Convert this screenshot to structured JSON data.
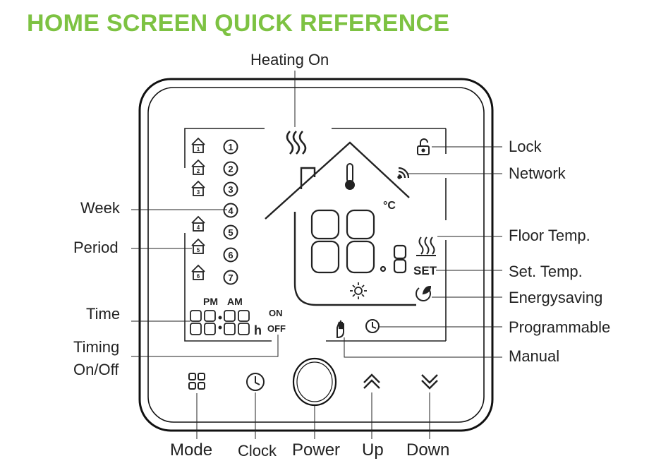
{
  "title": "HOME SCREEN QUICK REFERENCE",
  "labels": {
    "heating_on": "Heating On",
    "lock": "Lock",
    "network": "Network",
    "week": "Week",
    "period": "Period",
    "floor_temp": "Floor Temp.",
    "set_temp": "Set. Temp.",
    "energysaving": "Energysaving",
    "time": "Time",
    "programmable": "Programmable",
    "timing_line1": "Timing",
    "timing_line2": "On/Off",
    "manual": "Manual"
  },
  "buttons": {
    "mode": "Mode",
    "clock": "Clock",
    "power": "Power",
    "up": "Up",
    "down": "Down"
  },
  "lcd": {
    "days": [
      "1",
      "2",
      "3",
      "4",
      "5",
      "6",
      "7"
    ],
    "period_numbers": [
      "1",
      "2",
      "3",
      "4",
      "5",
      "6"
    ],
    "pm": "PM",
    "am": "AM",
    "on": "ON",
    "off": "OFF",
    "hour_unit": "h",
    "set": "SET",
    "celsius": "°C"
  },
  "colors": {
    "title": "#7dc242",
    "line": "#222222"
  }
}
